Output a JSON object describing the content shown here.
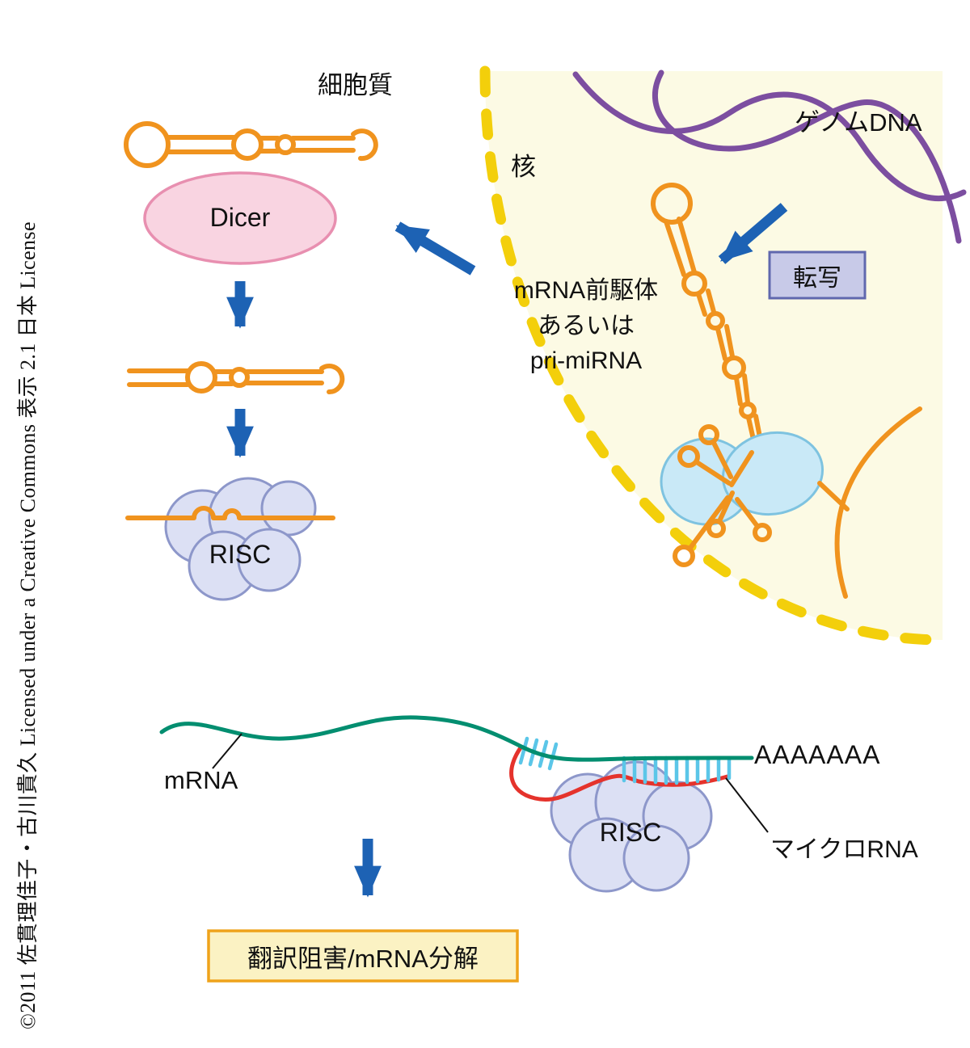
{
  "meta": {
    "copyright": "©2011 佐貫理佳子・古川貴久 Licensed under a Creative Commons 表示 2.1 日本 License"
  },
  "labels": {
    "cytoplasm": "細胞質",
    "nucleus": "核",
    "genome_dna": "ゲノムDNA",
    "transcription": "転写",
    "precursor_line1": "mRNA前駆体",
    "precursor_line2": "あるいは",
    "precursor_line3": "pri-miRNA",
    "dicer": "Dicer",
    "risc_upper": "RISC",
    "mrna": "mRNA",
    "poly_a_tail": "AAAAAAA",
    "risc_lower": "RISC",
    "microrna": "マイクロRNA",
    "outcome": "翻訳阻害/mRNA分解"
  },
  "colors": {
    "rna_orange": "#F0931E",
    "nucleus_fill": "#FCFAE4",
    "nucleus_border_yellow": "#F3CF0B",
    "dna_purple": "#7C4EA0",
    "arrow_blue": "#1D62B4",
    "dicer_pink_fill": "#F9D4E1",
    "dicer_pink_stroke": "#E88FB0",
    "risc_fill": "#DCE0F4",
    "risc_stroke": "#8D97CA",
    "microprocessor_fill": "#C9E9F7",
    "microprocessor_stroke": "#7EC3E0",
    "mrna_green": "#038E70",
    "microrna_red": "#E5332C",
    "basepair_cyan": "#5BC6E8",
    "transcription_box_fill": "#C8CAE8",
    "transcription_box_stroke": "#6068AE",
    "outcome_box_fill": "#FBF2C3",
    "outcome_box_stroke": "#EFA31B"
  }
}
